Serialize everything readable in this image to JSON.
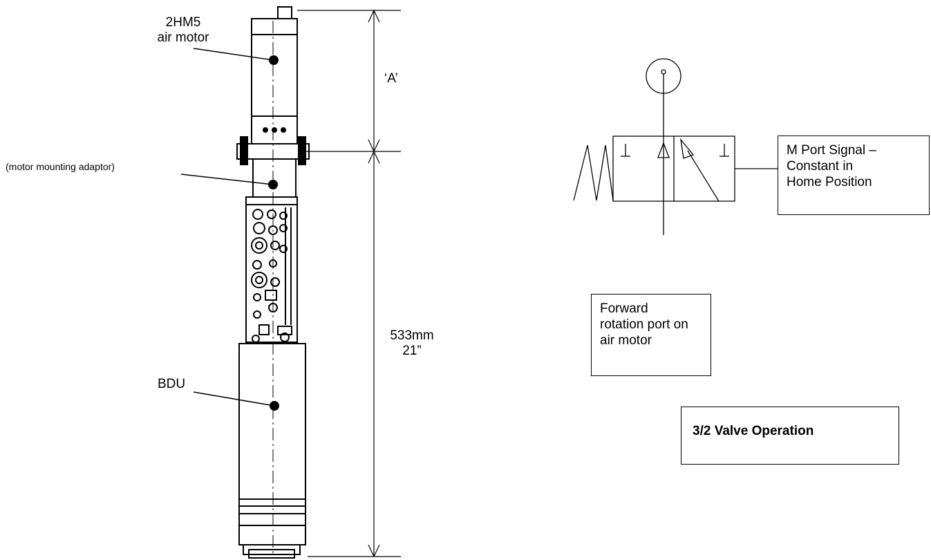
{
  "labels": {
    "motor_line1": "2HM5",
    "motor_line2": "air motor",
    "adaptor": "(motor mounting adaptor)",
    "bdu": "BDU",
    "dim_a": "‘A’",
    "dim_mm": "533mm",
    "dim_in": "21”"
  },
  "boxes": {
    "m_port": [
      "M Port Signal –",
      "Constant in",
      "Home Position"
    ],
    "forward": [
      "Forward",
      "rotation port on",
      "air motor"
    ],
    "title": "3/2 Valve Operation"
  }
}
